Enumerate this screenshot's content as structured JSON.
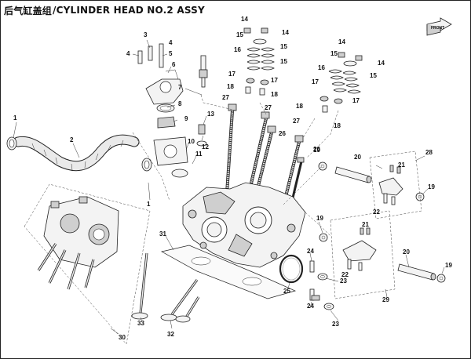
{
  "header": {
    "title_zh": "后气缸盖组",
    "title_en": "/CYLINDER HEAD NO.2  ASSY"
  },
  "front_icon": {
    "label": "FRONT",
    "icon": "front-direction-arrow-icon"
  },
  "callouts": {
    "c1a": "1",
    "c1b": "1",
    "c2": "2",
    "c3": "3",
    "c4a": "4",
    "c4b": "4",
    "c5": "5",
    "c6": "6",
    "c7": "7",
    "c8": "8",
    "c9": "9",
    "c10": "10",
    "c11": "11",
    "c12": "12",
    "c13": "13",
    "c14a": "14",
    "c14b": "14",
    "c14c": "14",
    "c14d": "14",
    "c15a": "15",
    "c15b": "15",
    "c15c": "15",
    "c15d": "15",
    "c15e": "15",
    "c16a": "16",
    "c16b": "16",
    "c17a": "17",
    "c17b": "17",
    "c17c": "17",
    "c17d": "17",
    "c18a": "18",
    "c18b": "18",
    "c18c": "18",
    "c18d": "18",
    "c19a": "19",
    "c19b": "19",
    "c19c": "19",
    "c19d": "19",
    "c20a": "20",
    "c20b": "20",
    "c21a": "21",
    "c21b": "21",
    "c22a": "22",
    "c22b": "22",
    "c23a": "23",
    "c23b": "23",
    "c24a": "24",
    "c24b": "24",
    "c25": "25",
    "c26a": "26",
    "c26b": "26",
    "c27a": "27",
    "c27b": "27",
    "c27c": "27",
    "c28": "28",
    "c29": "29",
    "c30": "30",
    "c31": "31",
    "c32": "32",
    "c33": "33"
  }
}
